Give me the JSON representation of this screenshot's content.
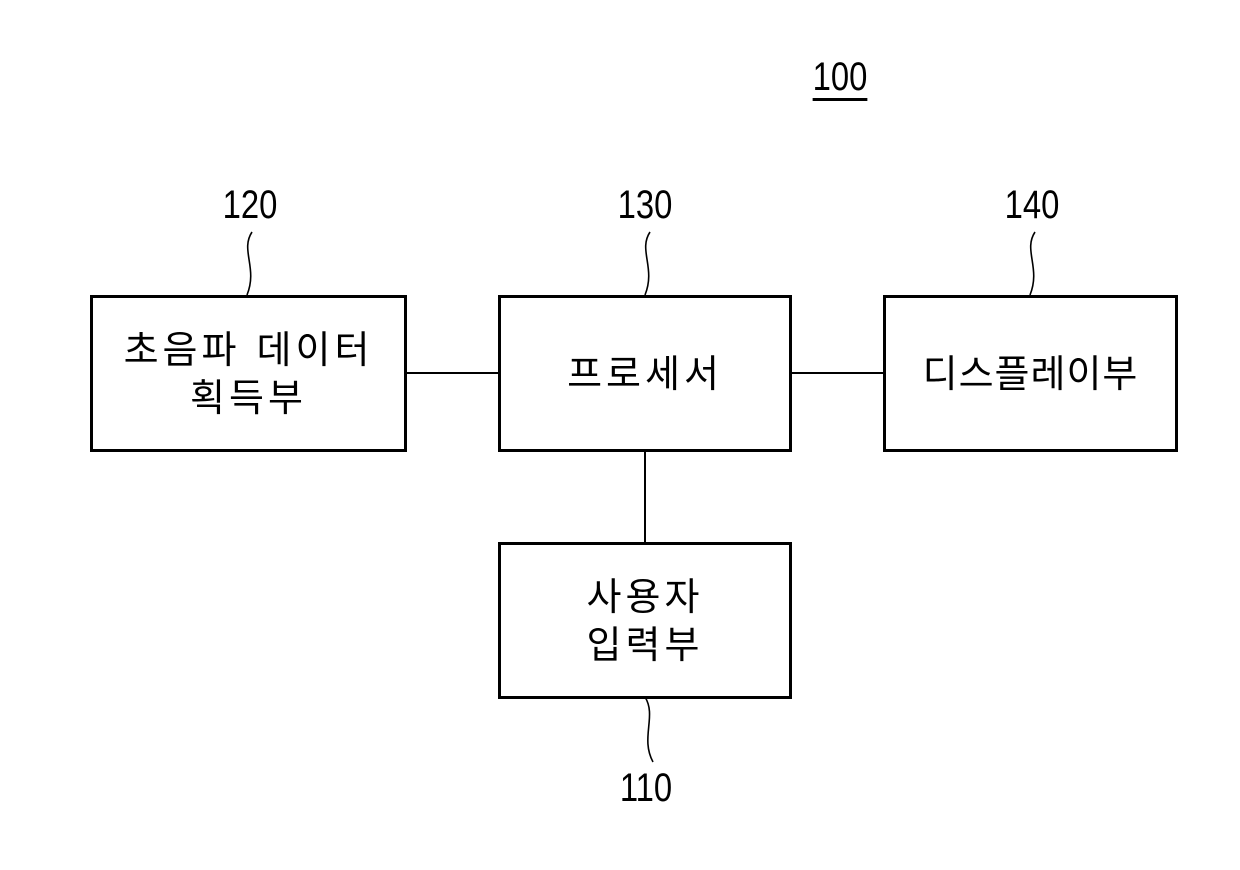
{
  "figure": {
    "ref_main": "100"
  },
  "blocks": {
    "ultrasound": {
      "ref": "120",
      "label": "초음파 데이터\n획득부"
    },
    "processor": {
      "ref": "130",
      "label": "프로세서"
    },
    "display": {
      "ref": "140",
      "label": "디스플레이부"
    },
    "user_input": {
      "ref": "110",
      "label": "사용자\n입력부"
    }
  },
  "colors": {
    "line": "#000000",
    "background": "#ffffff"
  }
}
